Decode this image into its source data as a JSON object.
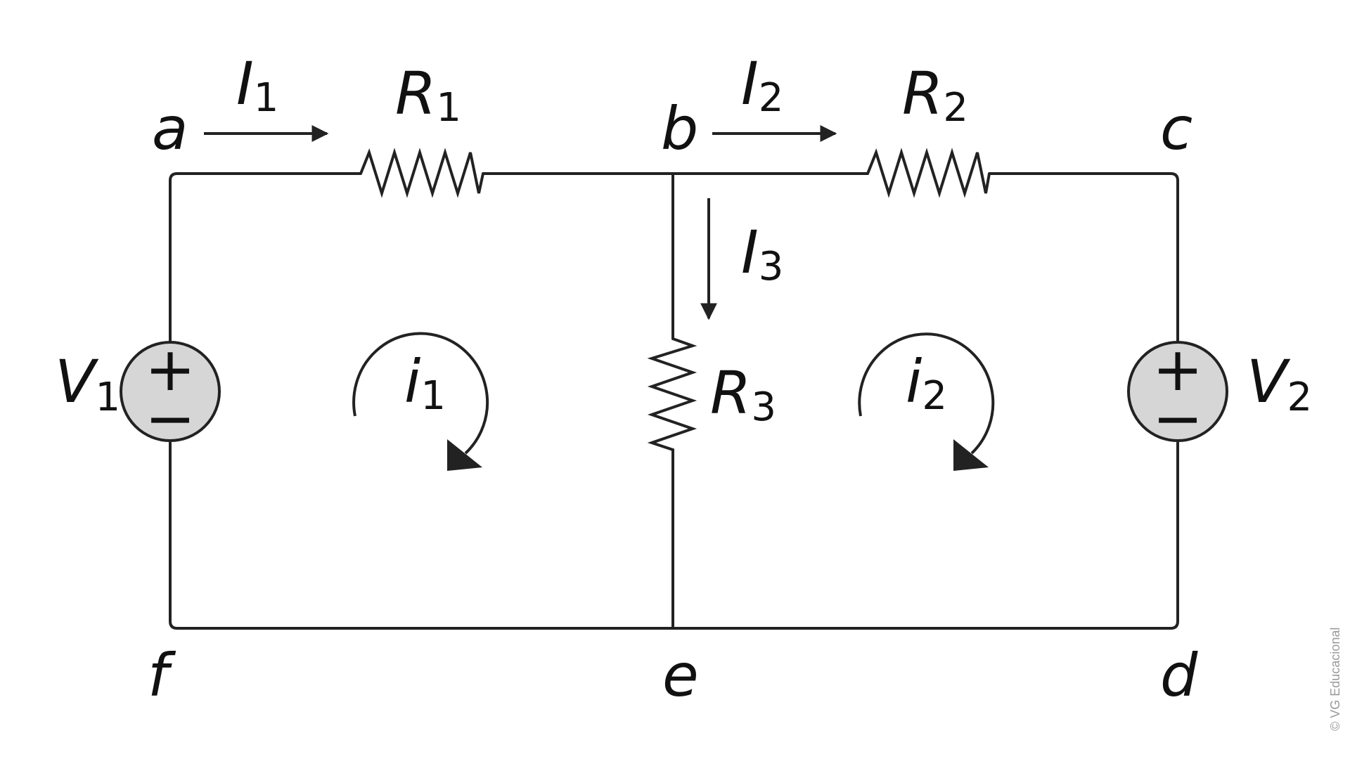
{
  "diagram": {
    "nodes": {
      "a": "a",
      "b": "b",
      "c": "c",
      "d": "d",
      "e": "e",
      "f": "f"
    },
    "resistors": [
      {
        "id": "r1",
        "main": "R",
        "sub": "1"
      },
      {
        "id": "r2",
        "main": "R",
        "sub": "2"
      },
      {
        "id": "r3",
        "main": "R",
        "sub": "3"
      }
    ],
    "sources": [
      {
        "id": "v1",
        "main": "V",
        "sub": "1",
        "plus": "+",
        "minus": "−"
      },
      {
        "id": "v2",
        "main": "V",
        "sub": "2",
        "plus": "+",
        "minus": "−"
      }
    ],
    "branch_currents": [
      {
        "id": "i1",
        "main": "I",
        "sub": "1",
        "direction": "right"
      },
      {
        "id": "i2",
        "main": "I",
        "sub": "2",
        "direction": "right"
      },
      {
        "id": "i3",
        "main": "I",
        "sub": "3",
        "direction": "down"
      }
    ],
    "mesh_currents": [
      {
        "id": "m1",
        "main": "i",
        "sub": "1",
        "direction": "clockwise"
      },
      {
        "id": "m2",
        "main": "i",
        "sub": "2",
        "direction": "clockwise"
      }
    ],
    "credit": "© VG Educacional",
    "colors": {
      "wire": "#222222",
      "source_fill": "#d6d6d6",
      "text": "#111111",
      "credit": "#9a9a9a"
    }
  }
}
